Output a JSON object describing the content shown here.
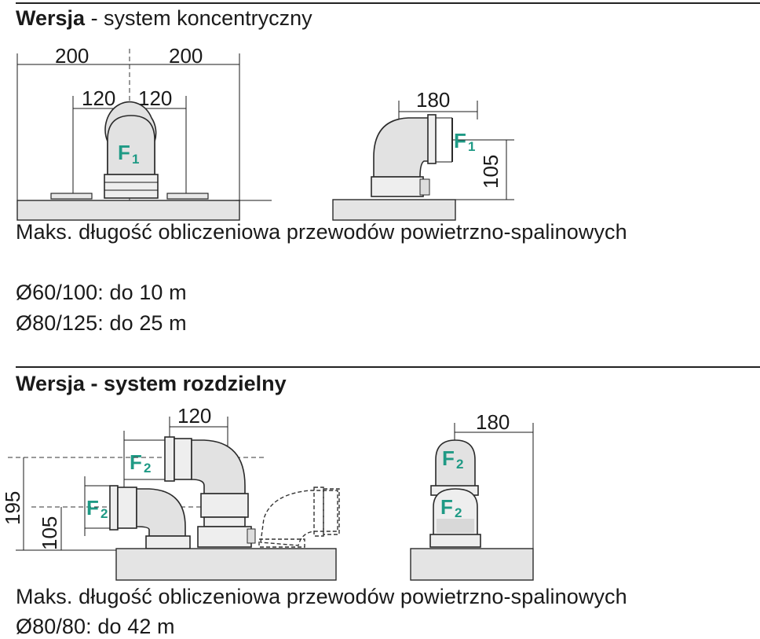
{
  "section1": {
    "heading_bold": "Wersja",
    "heading_rest": " - system koncentryczny",
    "dims": {
      "left_total": "200",
      "right_total": "200",
      "left_half": "120",
      "right_half": "120",
      "elbow_width": "180",
      "elbow_height": "105"
    },
    "flue_label": "F",
    "flue_sub": "1",
    "caption": "Maks. długość obliczeniowa przewodów powietrzno-spalinowych",
    "specs": [
      "Ø60/100: do 10 m",
      "Ø80/125: do 25 m"
    ]
  },
  "section2": {
    "heading": "Wersja - system rozdzielny",
    "dims": {
      "top_width": "120",
      "height_high": "195",
      "height_low": "105",
      "right_width": "180"
    },
    "flue_label": "F",
    "flue_sub": "2",
    "caption": "Maks. długość obliczeniowa przewodów powietrzno-spalinowych",
    "specs": [
      "Ø80/80: do 42 m"
    ]
  },
  "colors": {
    "accent": "#1f9a85",
    "rule": "#222222",
    "text": "#1a1a1a"
  }
}
